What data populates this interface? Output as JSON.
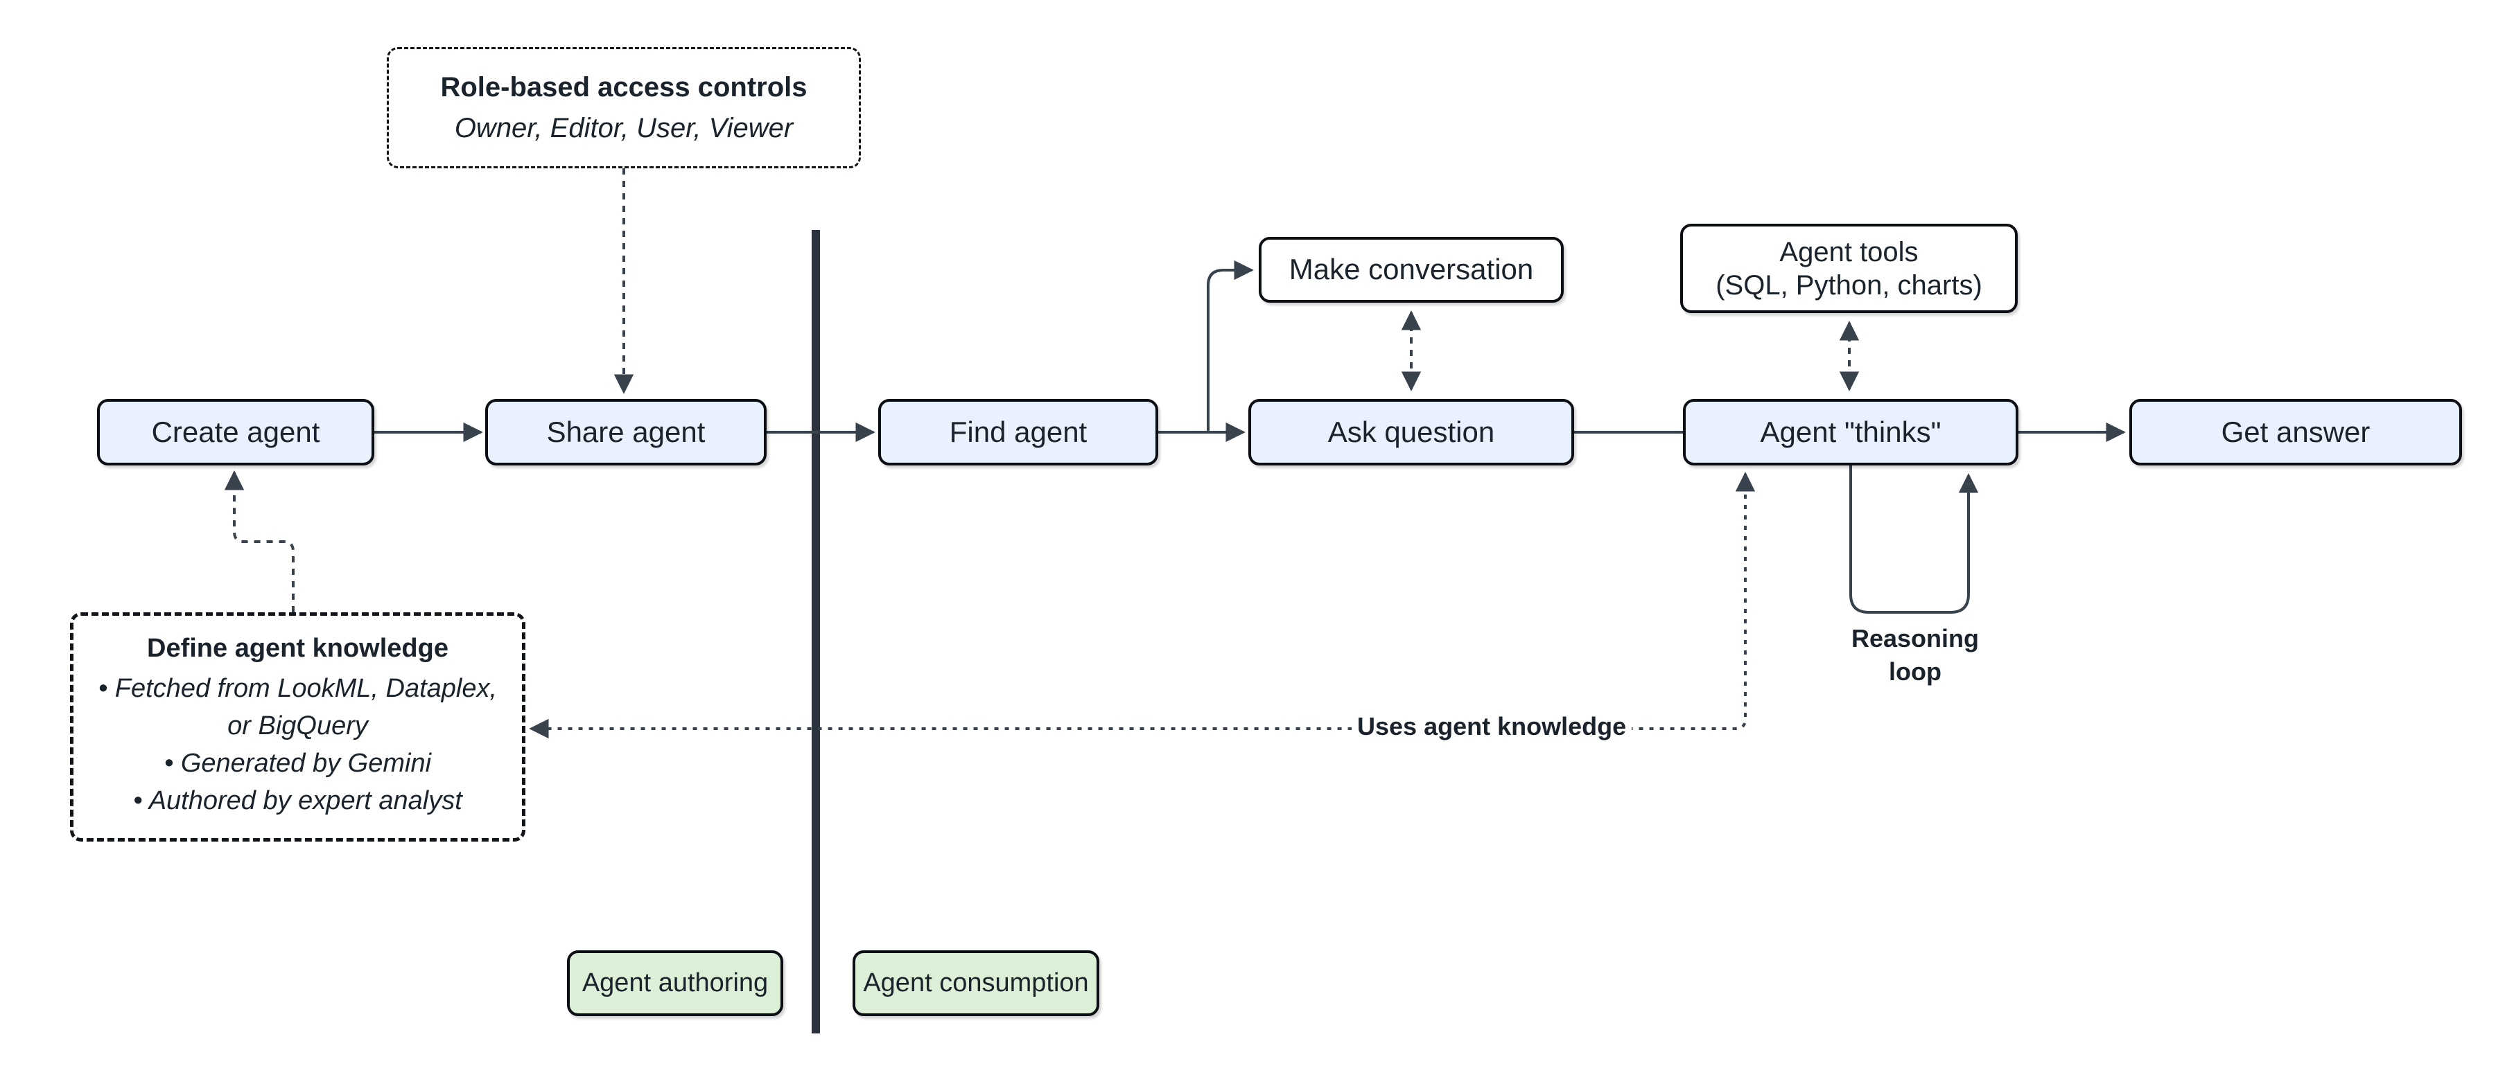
{
  "nodes": {
    "create_agent": "Create agent",
    "share_agent": "Share agent",
    "find_agent": "Find agent",
    "make_conversation": "Make conversation",
    "ask_question": "Ask question",
    "agent_tools_line1": "Agent tools",
    "agent_tools_line2": "(SQL, Python, charts)",
    "agent_thinks": "Agent \"thinks\"",
    "get_answer": "Get answer"
  },
  "annotations": {
    "rbac": {
      "title": "Role-based access controls",
      "subtitle": "Owner, Editor, User, Viewer"
    },
    "knowledge": {
      "title": "Define agent knowledge",
      "line1": "• Fetched from LookML, Dataplex,",
      "line2": "or BigQuery",
      "line3": "• Generated by Gemini",
      "line4": "• Authored by expert analyst"
    }
  },
  "edge_labels": {
    "uses_knowledge": "Uses agent knowledge",
    "reasoning_line1": "Reasoning",
    "reasoning_line2": "loop"
  },
  "lanes": {
    "authoring": "Agent authoring",
    "consumption": "Agent consumption"
  },
  "colors": {
    "node_fill_blue": "#e8f1fd",
    "node_fill_white": "#ffffff",
    "lane_fill_green": "#dcf0d8",
    "node_border": "#0b0f14",
    "connector": "#37424d",
    "divider": "#2b343e",
    "text": "#1a232c",
    "background": "#ffffff"
  }
}
